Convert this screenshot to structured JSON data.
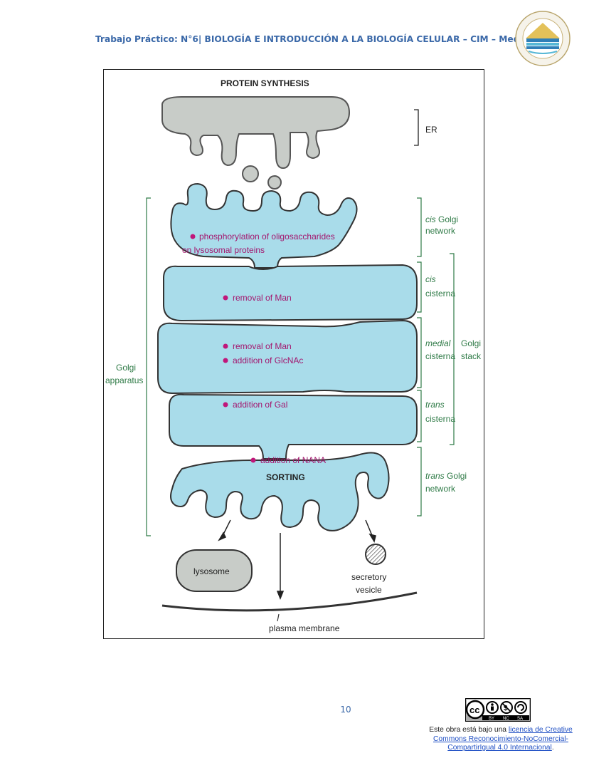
{
  "header": {
    "title": "Trabajo Práctico: N°6| BIOLOGÍA E INTRODUCCIÓN A LA BIOLOGÍA CELULAR – CIM – Medicina"
  },
  "figure": {
    "title": "PROTEIN SYNTHESIS",
    "er_label": "ER",
    "apparatus_label": [
      "Golgi",
      "apparatus"
    ],
    "stack_label": [
      "Golgi",
      "stack"
    ],
    "regions": {
      "cis_network": [
        "cis",
        "Golgi",
        "network"
      ],
      "cis_cisterna": [
        "cis",
        "cisterna"
      ],
      "medial_cisterna": [
        "medial",
        "cisterna"
      ],
      "trans_cisterna": [
        "trans",
        "cisterna"
      ],
      "trans_network": [
        "trans",
        "Golgi",
        "network"
      ]
    },
    "events": {
      "phosphorylation": [
        "phosphorylation of oligosaccharides",
        "on lysosomal proteins"
      ],
      "cis_removal": "removal of Man",
      "medial_removal": "removal of Man",
      "medial_addition": "addition of GlcNAc",
      "trans_addition": "addition of Gal",
      "nana_addition": "addition of NANA"
    },
    "sorting": "SORTING",
    "lysosome": "lysosome",
    "secretory_vesicle": [
      "secretory",
      "vesicle"
    ],
    "plasma_membrane": "plasma membrane"
  },
  "footer": {
    "page_number": "10",
    "license_prefix": "Este obra está bajo una ",
    "license_link": "licencia de Creative Commons Reconocimiento-NoComercial-CompartirIgual 4.0 Internacional",
    "license_suffix": "."
  },
  "colors": {
    "golgi_fill": "#a9dcea",
    "er_fill": "#c8ccc8",
    "green_label": "#2e7a46",
    "pink_dot": "#c0167a",
    "header_blue": "#3a68a8"
  }
}
